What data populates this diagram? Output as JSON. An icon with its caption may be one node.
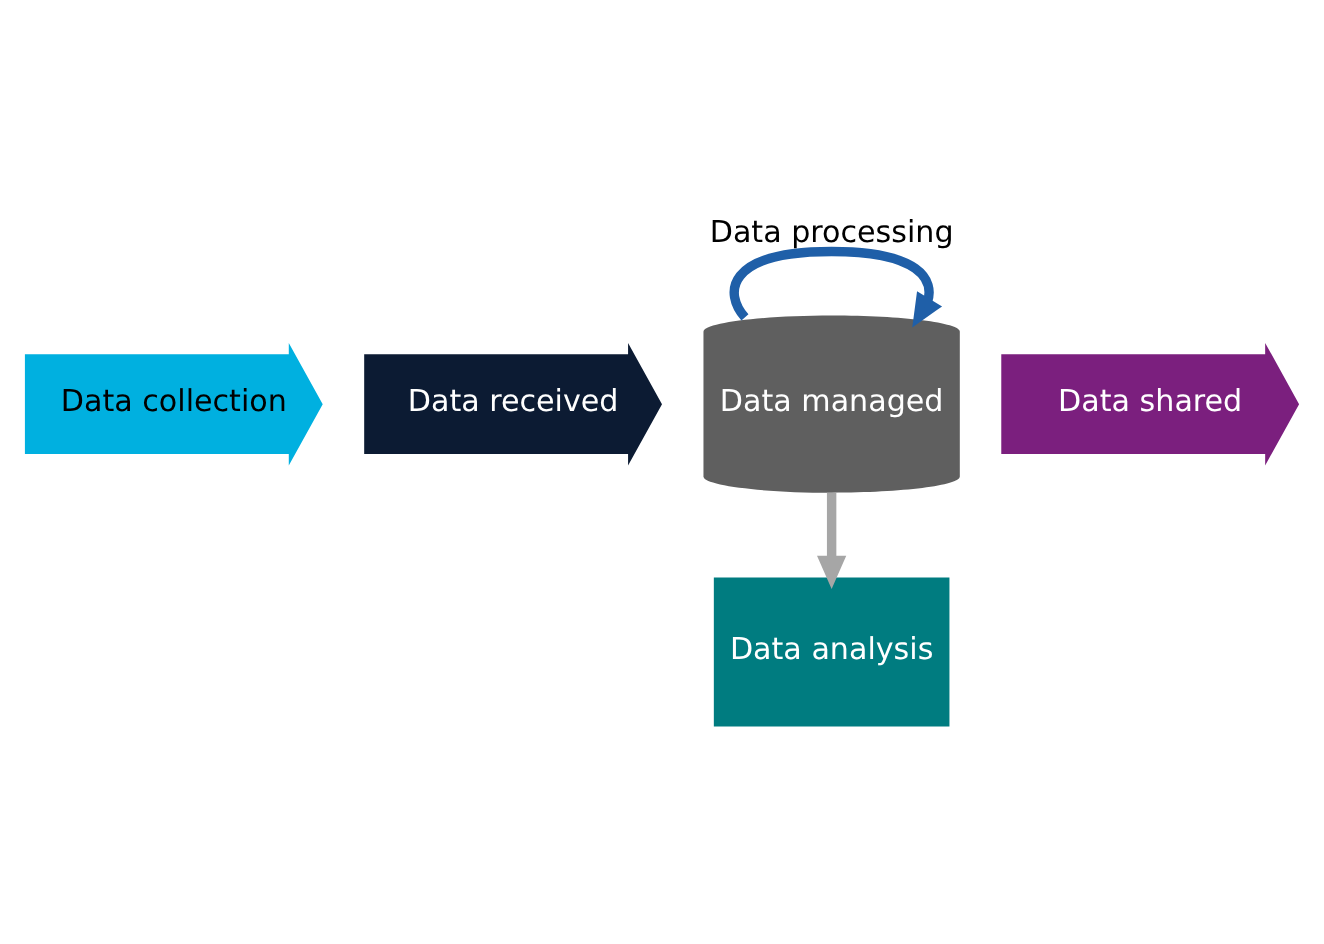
{
  "diagram": {
    "nodes": [
      {
        "text": [
          "Data collection"
        ]
      },
      {
        "text": [
          "Data received"
        ]
      },
      {
        "text": [
          "Data managed"
        ]
      },
      {
        "text": [
          "Data shared"
        ]
      },
      {
        "text": [
          "Data analysis"
        ]
      }
    ],
    "edges": [
      {
        "from": 2,
        "to": 2,
        "arrow": "to",
        "label": "Data processing",
        "color": "#1f5fa8"
      },
      {
        "from": 2,
        "to": 4,
        "arrow": "to",
        "color": "#a6a6a6"
      }
    ]
  }
}
